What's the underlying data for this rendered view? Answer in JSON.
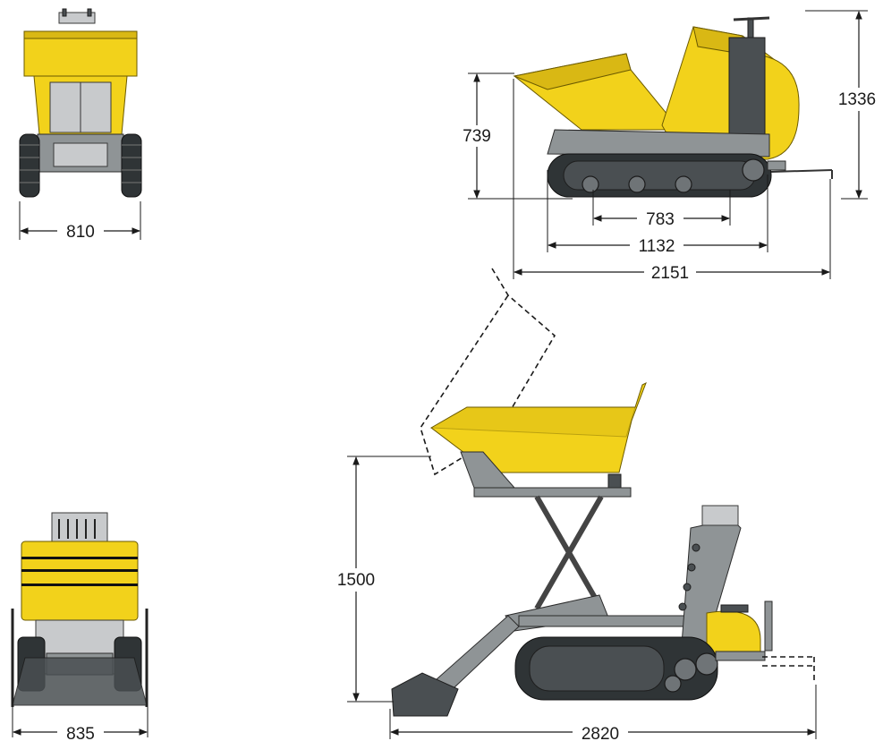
{
  "dimensions": {
    "front_width": "810",
    "rear_width": "835",
    "height_at_bucket": "739",
    "total_height": "1336",
    "track_contact_length": "783",
    "track_length": "1132",
    "total_length": "2151",
    "lift_height": "1500",
    "total_length_lifted": "2820"
  },
  "colors": {
    "body_yellow": "#f2d21b",
    "frame_grey": "#8f9496",
    "track_dark": "#2f3436",
    "dimension_ink": "#1a1a1a",
    "background": "#ffffff"
  }
}
